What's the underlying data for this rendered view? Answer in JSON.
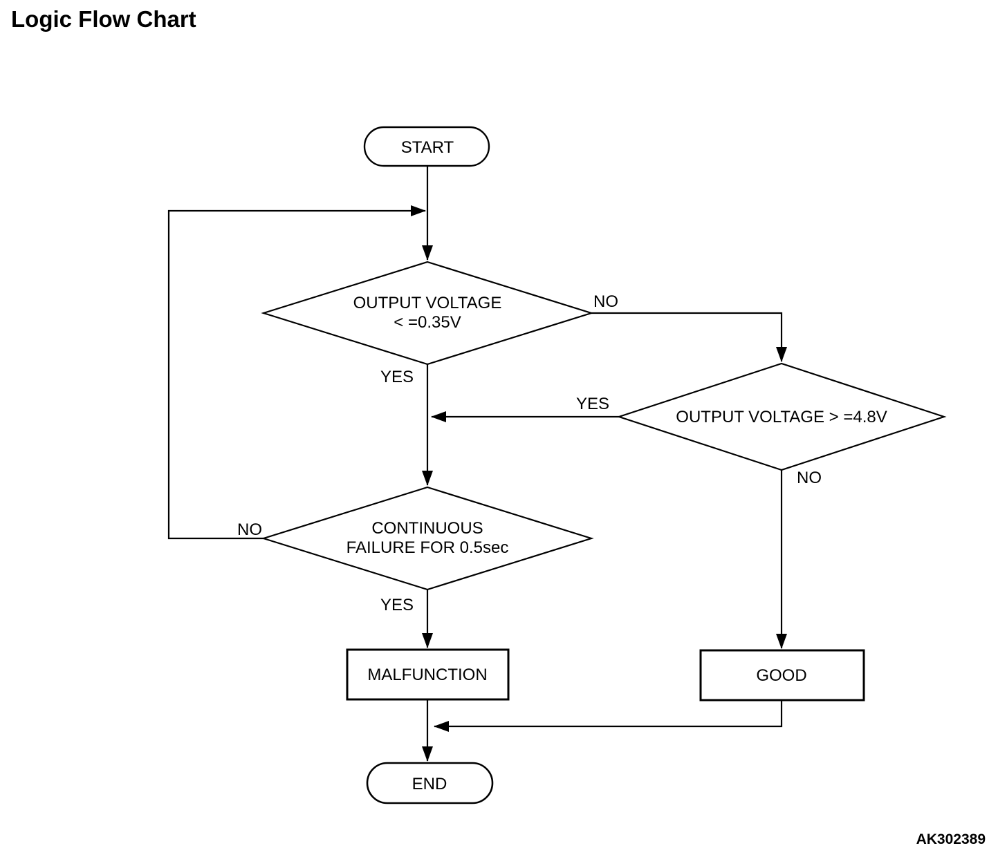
{
  "page": {
    "title": "Logic Flow Chart",
    "figure_code": "AK302389"
  },
  "flowchart": {
    "nodes": {
      "start": {
        "type": "terminator",
        "label": "START"
      },
      "decision_output_low": {
        "type": "decision",
        "line1": "OUTPUT VOLTAGE",
        "line2": "< =0.35V"
      },
      "decision_output_high": {
        "type": "decision",
        "label": "OUTPUT VOLTAGE > =4.8V"
      },
      "decision_continuous": {
        "type": "decision",
        "line1": "CONTINUOUS",
        "line2": "FAILURE FOR 0.5sec"
      },
      "malfunction": {
        "type": "process",
        "label": "MALFUNCTION"
      },
      "good": {
        "type": "process",
        "label": "GOOD"
      },
      "end": {
        "type": "terminator",
        "label": "END"
      }
    },
    "edge_labels": {
      "output_low_no": "NO",
      "output_low_yes": "YES",
      "output_high_yes": "YES",
      "output_high_no": "NO",
      "continuous_no": "NO",
      "continuous_yes": "YES"
    },
    "colors": {
      "stroke": "#000000",
      "background": "#ffffff"
    }
  }
}
